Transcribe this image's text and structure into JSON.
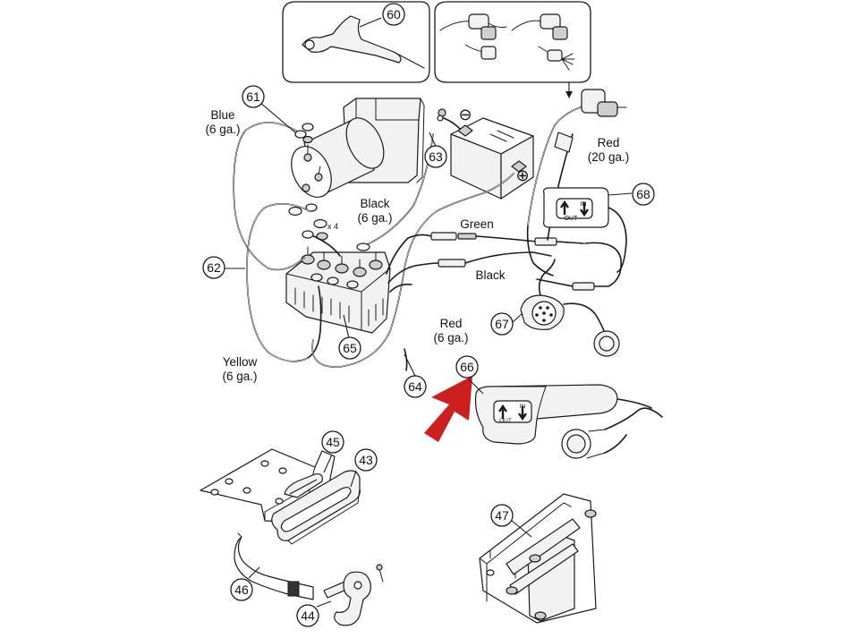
{
  "callouts": {
    "c60": "60",
    "c61": "61",
    "c62": "62",
    "c63": "63",
    "c64": "64",
    "c65": "65",
    "c66": "66",
    "c67": "67",
    "c68": "68",
    "c45": "45",
    "c43": "43",
    "c47": "47",
    "c46": "46",
    "c44": "44"
  },
  "wire_labels": {
    "blue_color": "Blue",
    "blue_gauge": "(6 ga.)",
    "black_color": "Black",
    "black_gauge": "(6 ga.)",
    "red_small_color": "Red",
    "red_small_gauge": "(20 ga.)",
    "green": "Green",
    "black_signal": "Black",
    "red_main_color": "Red",
    "red_main_gauge": "(6 ga.)",
    "yellow_color": "Yellow",
    "yellow_gauge": "(6 ga.)"
  },
  "hardware_note": "x 4",
  "switch_labels": {
    "in": "IN",
    "out": "OUT"
  },
  "battery_terminals": {
    "negative": "⊖",
    "positive": "⊕"
  },
  "colors": {
    "ink": "#1a1a1a",
    "arrow_red": "#cc1f1f",
    "background": "#ffffff"
  }
}
